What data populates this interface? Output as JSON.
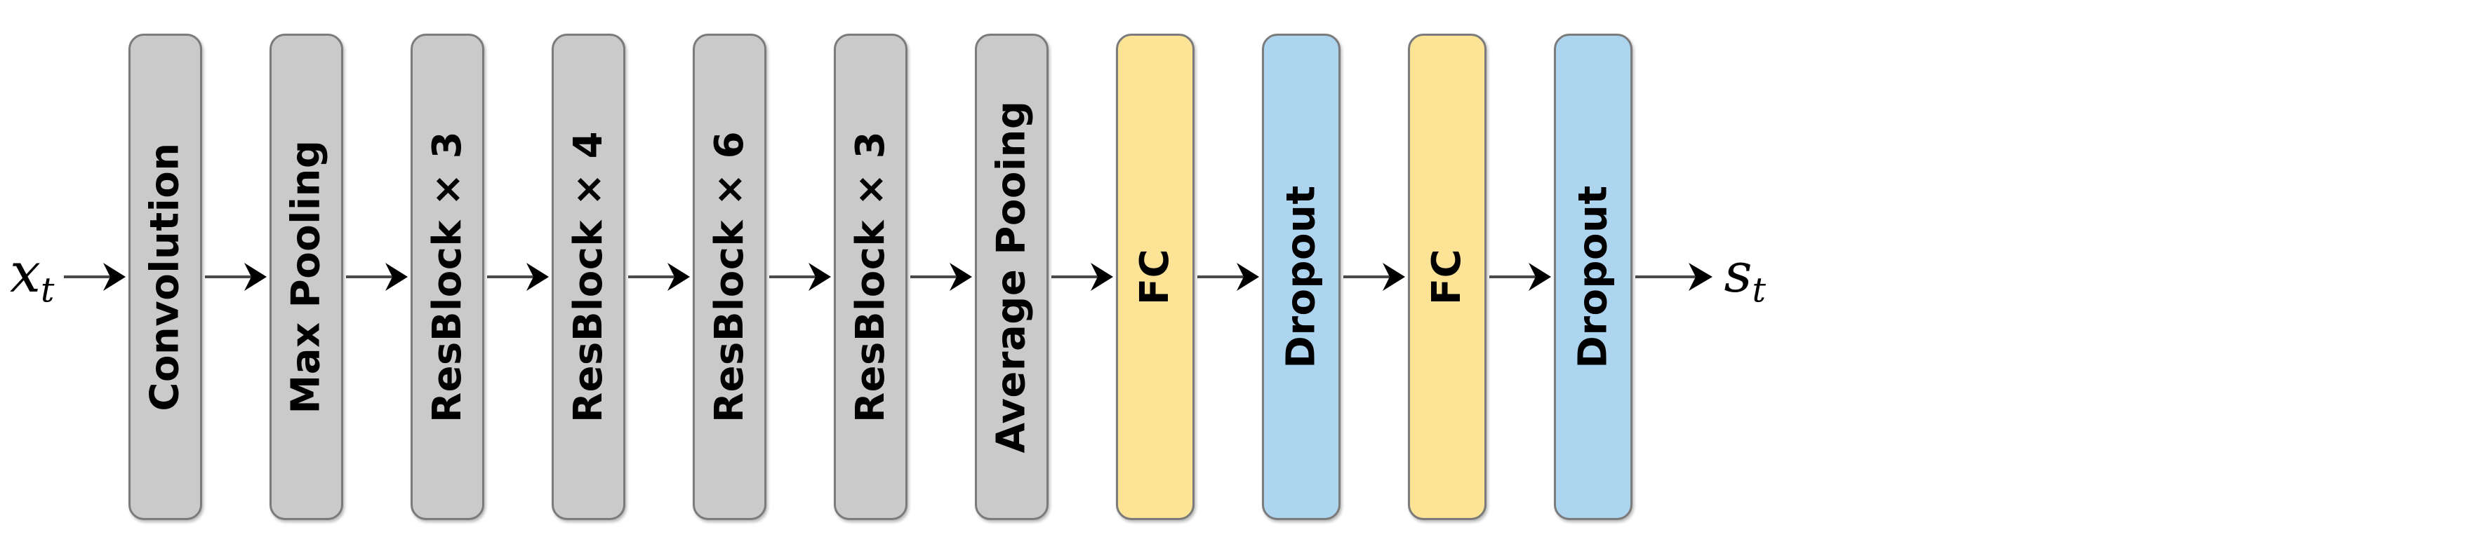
{
  "diagram": {
    "type": "neural-network-pipeline",
    "orientation": "horizontal-left-to-right",
    "input_label": "x",
    "input_subscript": "t",
    "output_label": "s",
    "output_subscript": "t",
    "colors": {
      "gray_block": "#cacaca",
      "yellow_block": "#fce396",
      "blue_block": "#aed5f0",
      "block_border": "#7b7b7b",
      "arrow": "#000000",
      "text": "#000000",
      "background": "#ffffff"
    },
    "blocks": [
      {
        "label": "Convolution",
        "color": "gray",
        "index": 1
      },
      {
        "label": "Max Pooling",
        "color": "gray",
        "index": 2
      },
      {
        "label": "ResBlock × 3",
        "color": "gray",
        "index": 3
      },
      {
        "label": "ResBlock × 4",
        "color": "gray",
        "index": 4
      },
      {
        "label": "ResBlock × 6",
        "color": "gray",
        "index": 5
      },
      {
        "label": "ResBlock × 3",
        "color": "gray",
        "index": 6
      },
      {
        "label": "Average Pooing",
        "color": "gray",
        "index": 7
      },
      {
        "label": "FC",
        "color": "yellow",
        "index": 8
      },
      {
        "label": "Dropout",
        "color": "blue",
        "index": 9
      },
      {
        "label": "FC",
        "color": "yellow",
        "index": 10
      },
      {
        "label": "Dropout",
        "color": "blue",
        "index": 11
      }
    ]
  }
}
